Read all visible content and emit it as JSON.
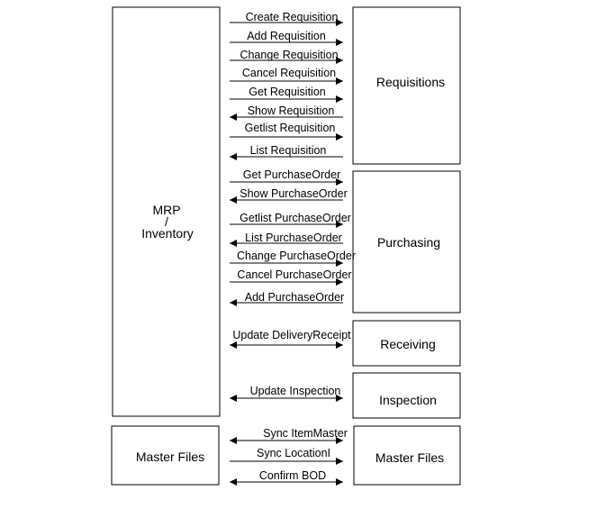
{
  "boxes": {
    "mrp": [
      "MRP",
      "/",
      "Inventory"
    ],
    "requisitions": "Requisitions",
    "purchasing": "Purchasing",
    "receiving": "Receiving",
    "inspection": "Inspection",
    "master_files_left": "Master Files",
    "master_files_right": "Master Files"
  },
  "flows": {
    "requisitions": [
      {
        "label": "Create Requisition",
        "direction": "right"
      },
      {
        "label": "Add Requisition",
        "direction": "right"
      },
      {
        "label": "Change Requisition",
        "direction": "right"
      },
      {
        "label": "Cancel Requisition",
        "direction": "right"
      },
      {
        "label": "Get Requisition",
        "direction": "right"
      },
      {
        "label": "Show Requisition",
        "direction": "left"
      },
      {
        "label": "Getlist Requisition",
        "direction": "right"
      },
      {
        "label": "List Requisition",
        "direction": "left"
      }
    ],
    "purchasing": [
      {
        "label": "Get PurchaseOrder",
        "direction": "right"
      },
      {
        "label": "Show PurchaseOrder",
        "direction": "left"
      },
      {
        "label": "Getlist PurchaseOrder",
        "direction": "right"
      },
      {
        "label": "List PurchaseOrder",
        "direction": "left"
      },
      {
        "label": "Change PurchaseOrder",
        "direction": "right"
      },
      {
        "label": "Cancel PurchaseOrder",
        "direction": "right"
      },
      {
        "label": "Add PurchaseOrder",
        "direction": "left"
      }
    ],
    "receiving": [
      {
        "label": "Update DeliveryReceipt",
        "direction": "both"
      }
    ],
    "inspection": [
      {
        "label": "Update Inspection",
        "direction": "both"
      }
    ],
    "master_files": [
      {
        "label": "Sync ItemMaster",
        "direction": "both"
      },
      {
        "label": "Sync LocationI",
        "direction": "right"
      },
      {
        "label": "Confirm BOD",
        "direction": "both"
      }
    ]
  }
}
